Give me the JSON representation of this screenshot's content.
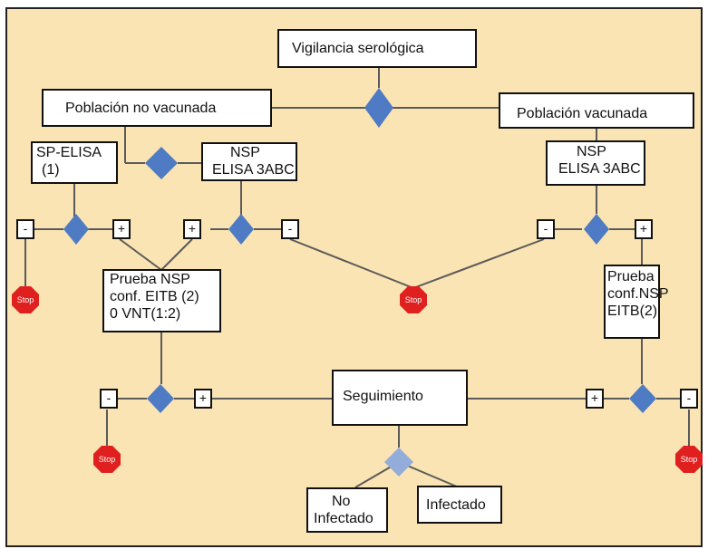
{
  "title_box": "Vigilancia serológica",
  "left_pop": "Población no vacunada",
  "right_pop": "Población vacunada",
  "sp_elisa": {
    "line1": "SP-ELISA",
    "line2": "(1)"
  },
  "nsp_left": {
    "line1": "NSP",
    "line2": "ELISA 3ABC"
  },
  "nsp_right": {
    "line1": "NSP",
    "line2": "ELISA 3ABC"
  },
  "confirm_left": {
    "line1": "Prueba NSP",
    "line2": "conf. EITB (2)",
    "line3": "0 VNT(1:2)"
  },
  "confirm_right": {
    "line1": "Prueba",
    "line2": "conf.NSP",
    "line3": "EITB(2)"
  },
  "follow_up": "Seguimiento",
  "not_infected": {
    "line1": "No",
    "line2": "Infectado"
  },
  "infected": "Infectado",
  "minus": "-",
  "plus": "+",
  "stop": "Stop",
  "colors": {
    "background": "#fbe4b3",
    "diamond": "#4f7bc4",
    "diamond_light": "#93acd9",
    "stop": "#e0201f"
  }
}
